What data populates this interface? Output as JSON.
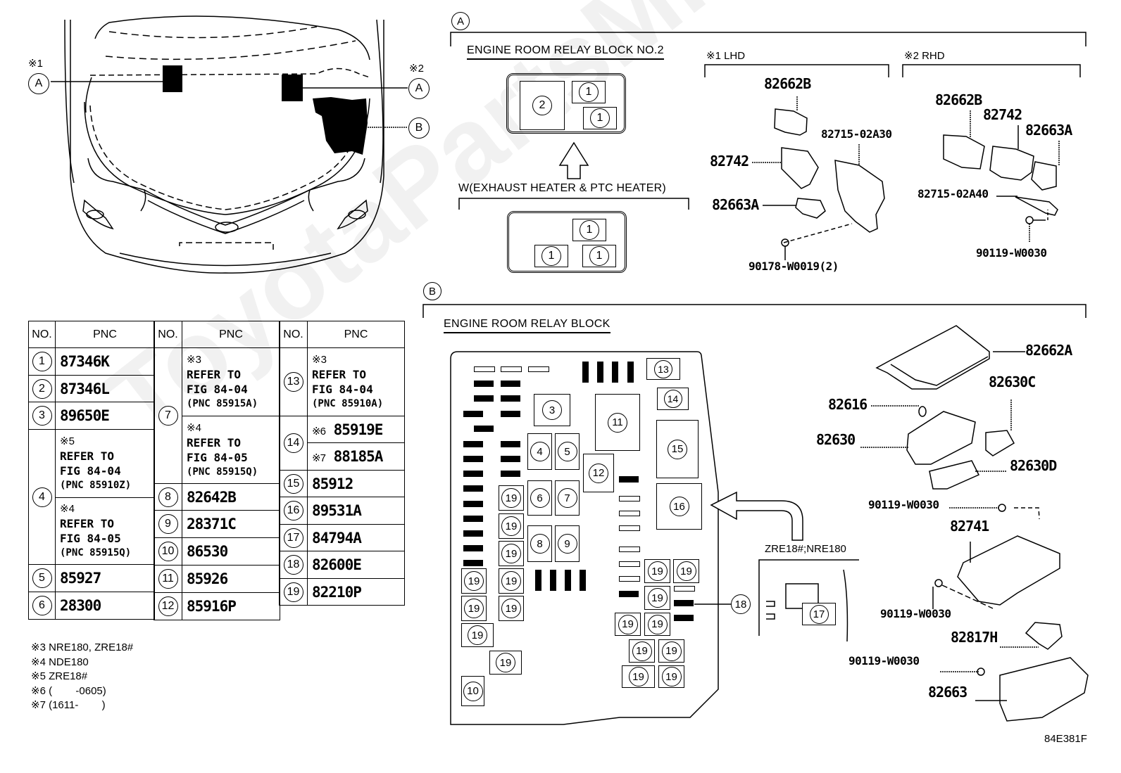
{
  "watermark": "ToyotaPartsMirror.ru",
  "figure_code": "84E381F",
  "locator": {
    "note1": "※1",
    "note2": "※2",
    "callout_a_left": "A",
    "callout_a_right": "A",
    "callout_b": "B"
  },
  "section_a": {
    "marker": "A",
    "relay_block_title": "ENGINE ROOM RELAY BLOCK NO.2",
    "relay_top": [
      "2",
      "1",
      "1"
    ],
    "variant_title": "W(EXHAUST HEATER & PTC HEATER)",
    "relay_bottom": [
      "1",
      "1",
      "1"
    ],
    "lhd": {
      "label": "※1 LHD",
      "parts": [
        "82662B",
        "82742",
        "82663A",
        "82715-02A30",
        "90178-W0019(2)"
      ]
    },
    "rhd": {
      "label": "※2 RHD",
      "parts": [
        "82662B",
        "82742",
        "82663A",
        "82715-02A40",
        "90119-W0030"
      ]
    }
  },
  "section_b": {
    "marker": "B",
    "relay_block_title": "ENGINE ROOM RELAY BLOCK",
    "slots": {
      "s3": "3",
      "s4": "4",
      "s5": "5",
      "s6": "6",
      "s7": "7",
      "s8": "8",
      "s9": "9",
      "s10": "10",
      "s11": "11",
      "s12": "12",
      "s13": "13",
      "s14": "14",
      "s15": "15",
      "s16": "16",
      "s18": "18",
      "s19": "19"
    },
    "variant_title": "ZRE18#;NRE180",
    "variant_slot": "17",
    "parts": {
      "cover": "82662A",
      "clip": "82616",
      "block": "82630",
      "block_c": "82630C",
      "block_d": "82630D",
      "bolt1": "90119-W0030",
      "bracket": "82741",
      "bolt2": "90119-W0030",
      "bracket_h": "82817H",
      "bolt3": "90119-W0030",
      "lower_case": "82663"
    }
  },
  "table": {
    "headers": {
      "no": "NO.",
      "pnc": "PNC"
    },
    "col1": [
      {
        "no": "1",
        "pnc": "87346K"
      },
      {
        "no": "2",
        "pnc": "87346L"
      },
      {
        "no": "3",
        "pnc": "89650E"
      },
      {
        "no": "4",
        "a": {
          "note": "※5",
          "line1": "REFER TO",
          "line2": "FIG 84-04",
          "line3": "(PNC 85910Z)"
        },
        "b": {
          "note": "※4",
          "line1": "REFER TO",
          "line2": "FIG 84-05",
          "line3": "(PNC 85915Q)"
        }
      },
      {
        "no": "5",
        "pnc": "85927"
      },
      {
        "no": "6",
        "pnc": "28300"
      }
    ],
    "col2": [
      {
        "no": "7",
        "a": {
          "note": "※3",
          "line1": "REFER TO",
          "line2": "FIG 84-04",
          "line3": "(PNC 85915A)"
        },
        "b": {
          "note": "※4",
          "line1": "REFER TO",
          "line2": "FIG 84-05",
          "line3": "(PNC 85915Q)"
        }
      },
      {
        "no": "8",
        "pnc": "82642B"
      },
      {
        "no": "9",
        "pnc": "28371C"
      },
      {
        "no": "10",
        "pnc": "86530"
      },
      {
        "no": "11",
        "pnc": "85926"
      },
      {
        "no": "12",
        "pnc": "85916P"
      }
    ],
    "col3": [
      {
        "no": "13",
        "a": {
          "note": "※3",
          "line1": "REFER TO",
          "line2": "FIG 84-04",
          "line3": "(PNC 85910A)"
        }
      },
      {
        "no": "14",
        "a": {
          "note": "※6",
          "pnc": "85919E"
        },
        "b": {
          "note": "※7",
          "pnc": "88185A"
        }
      },
      {
        "no": "15",
        "pnc": "85912"
      },
      {
        "no": "16",
        "pnc": "89531A"
      },
      {
        "no": "17",
        "pnc": "84794A"
      },
      {
        "no": "18",
        "pnc": "82600E"
      },
      {
        "no": "19",
        "pnc": "82210P"
      }
    ]
  },
  "footnotes": [
    "※3 NRE180, ZRE18#",
    "※4 NDE180",
    "※5 ZRE18#",
    "※6 (        -0605)",
    "※7 (1611-        )"
  ]
}
